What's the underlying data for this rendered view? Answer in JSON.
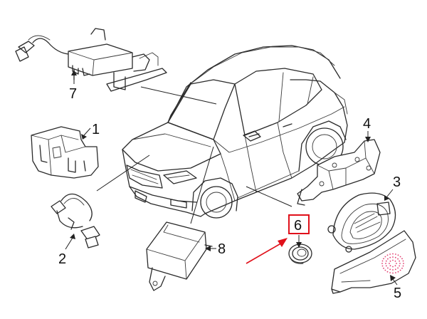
{
  "callouts": [
    {
      "id": "1",
      "label": "1"
    },
    {
      "id": "2",
      "label": "2"
    },
    {
      "id": "3",
      "label": "3"
    },
    {
      "id": "4",
      "label": "4"
    },
    {
      "id": "5",
      "label": "5"
    },
    {
      "id": "6",
      "label": "6"
    },
    {
      "id": "7",
      "label": "7"
    },
    {
      "id": "8",
      "label": "8"
    }
  ],
  "highlight": {
    "callout": "6",
    "box_color": "#e0101a",
    "arrow_color": "#e0101a"
  },
  "accent_dots_color": "#e23b6e",
  "line_color": "#2a2a2a"
}
